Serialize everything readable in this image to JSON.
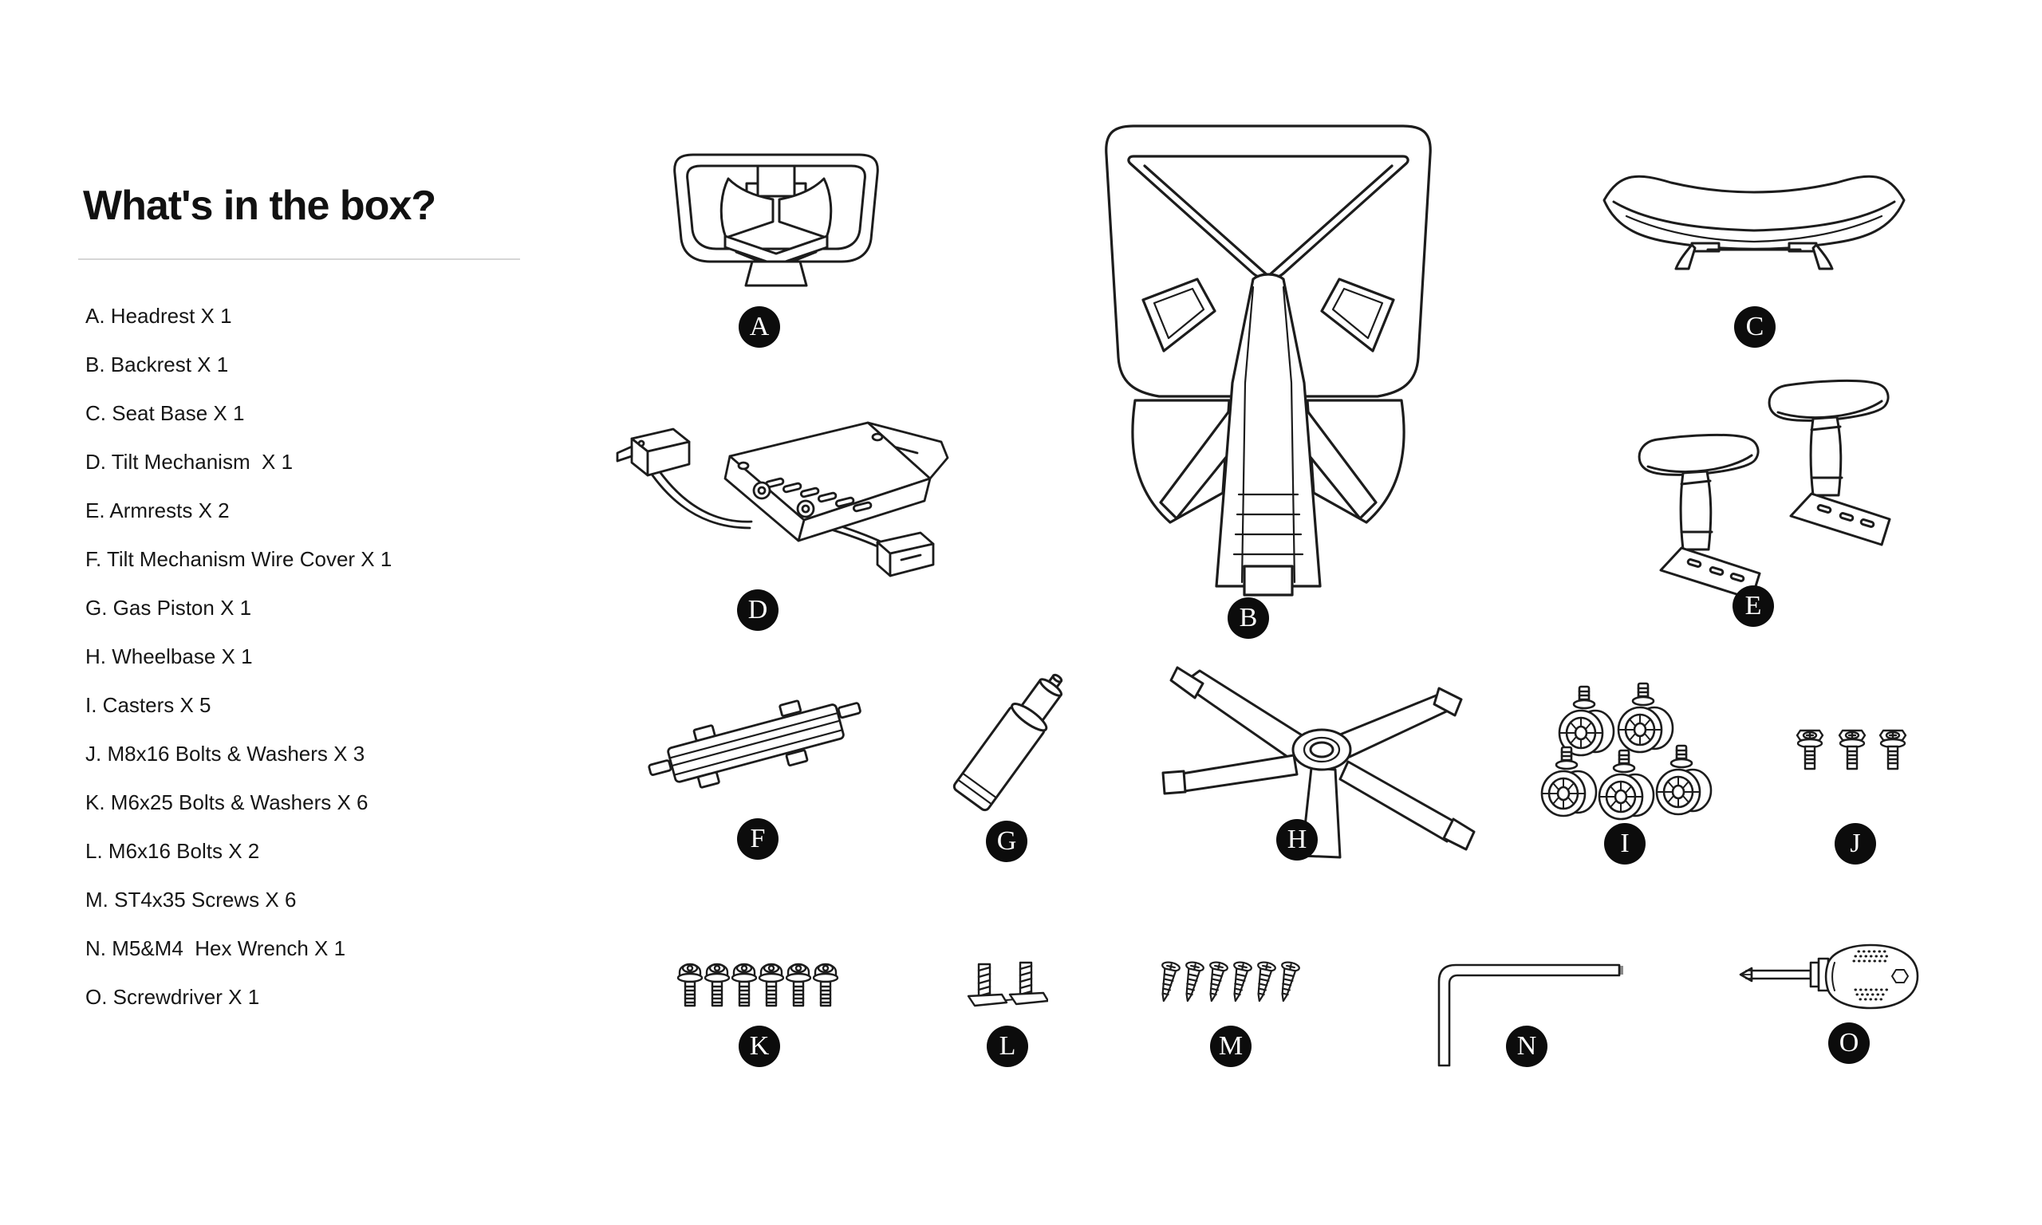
{
  "page": {
    "background": "#ffffff"
  },
  "panel": {
    "heading": "What's in the box?",
    "items": [
      {
        "letter": "A",
        "label": "A. Headrest X 1"
      },
      {
        "letter": "B",
        "label": "B. Backrest X 1"
      },
      {
        "letter": "C",
        "label": "C. Seat Base X 1"
      },
      {
        "letter": "D",
        "label": "D. Tilt Mechanism  X 1"
      },
      {
        "letter": "E",
        "label": "E. Armrests X 2"
      },
      {
        "letter": "F",
        "label": "F. Tilt Mechanism Wire Cover X 1"
      },
      {
        "letter": "G",
        "label": "G. Gas Piston X 1"
      },
      {
        "letter": "H",
        "label": "H. Wheelbase X 1"
      },
      {
        "letter": "I",
        "label": "I. Casters X 5"
      },
      {
        "letter": "J",
        "label": "J. M8x16 Bolts & Washers X 3"
      },
      {
        "letter": "K",
        "label": "K. M6x25 Bolts & Washers X 6"
      },
      {
        "letter": "L",
        "label": "L. M6x16 Bolts X 2"
      },
      {
        "letter": "M",
        "label": "M. ST4x35 Screws X 6"
      },
      {
        "letter": "N",
        "label": "N. M5&M4  Hex Wrench X 1"
      },
      {
        "letter": "O",
        "label": "O. Screwdriver X 1"
      }
    ]
  },
  "diagram": {
    "parts": [
      {
        "letter": "A",
        "name": "headrest"
      },
      {
        "letter": "B",
        "name": "backrest"
      },
      {
        "letter": "C",
        "name": "seat-base"
      },
      {
        "letter": "D",
        "name": "tilt-mechanism"
      },
      {
        "letter": "E",
        "name": "armrests"
      },
      {
        "letter": "F",
        "name": "tilt-mechanism-wire-cover"
      },
      {
        "letter": "G",
        "name": "gas-piston"
      },
      {
        "letter": "H",
        "name": "wheelbase"
      },
      {
        "letter": "I",
        "name": "casters"
      },
      {
        "letter": "J",
        "name": "m8x16-bolts-and-washers"
      },
      {
        "letter": "K",
        "name": "m6x25-bolts-and-washers"
      },
      {
        "letter": "L",
        "name": "m6x16-bolts"
      },
      {
        "letter": "M",
        "name": "st4x35-screws"
      },
      {
        "letter": "N",
        "name": "hex-wrench"
      },
      {
        "letter": "O",
        "name": "screwdriver"
      }
    ]
  },
  "colors": {
    "ink": "#1c1c1c",
    "badge_bg": "#0c0c0c",
    "divider": "#d6d6d6",
    "background": "#ffffff"
  }
}
